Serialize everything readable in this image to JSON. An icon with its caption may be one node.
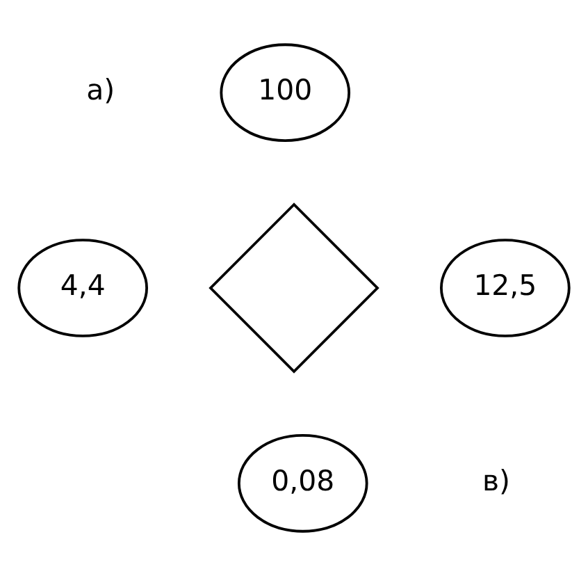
{
  "diagram": {
    "nodes": [
      {
        "text": [
          "100"
        ]
      },
      {
        "text": [
          "4,4"
        ]
      },
      {
        "text": [],
        "shape": "diamond"
      },
      {
        "text": [
          "12,5"
        ]
      },
      {
        "text": [
          "0,08"
        ]
      }
    ],
    "labels": [
      "а)",
      "в)"
    ]
  }
}
